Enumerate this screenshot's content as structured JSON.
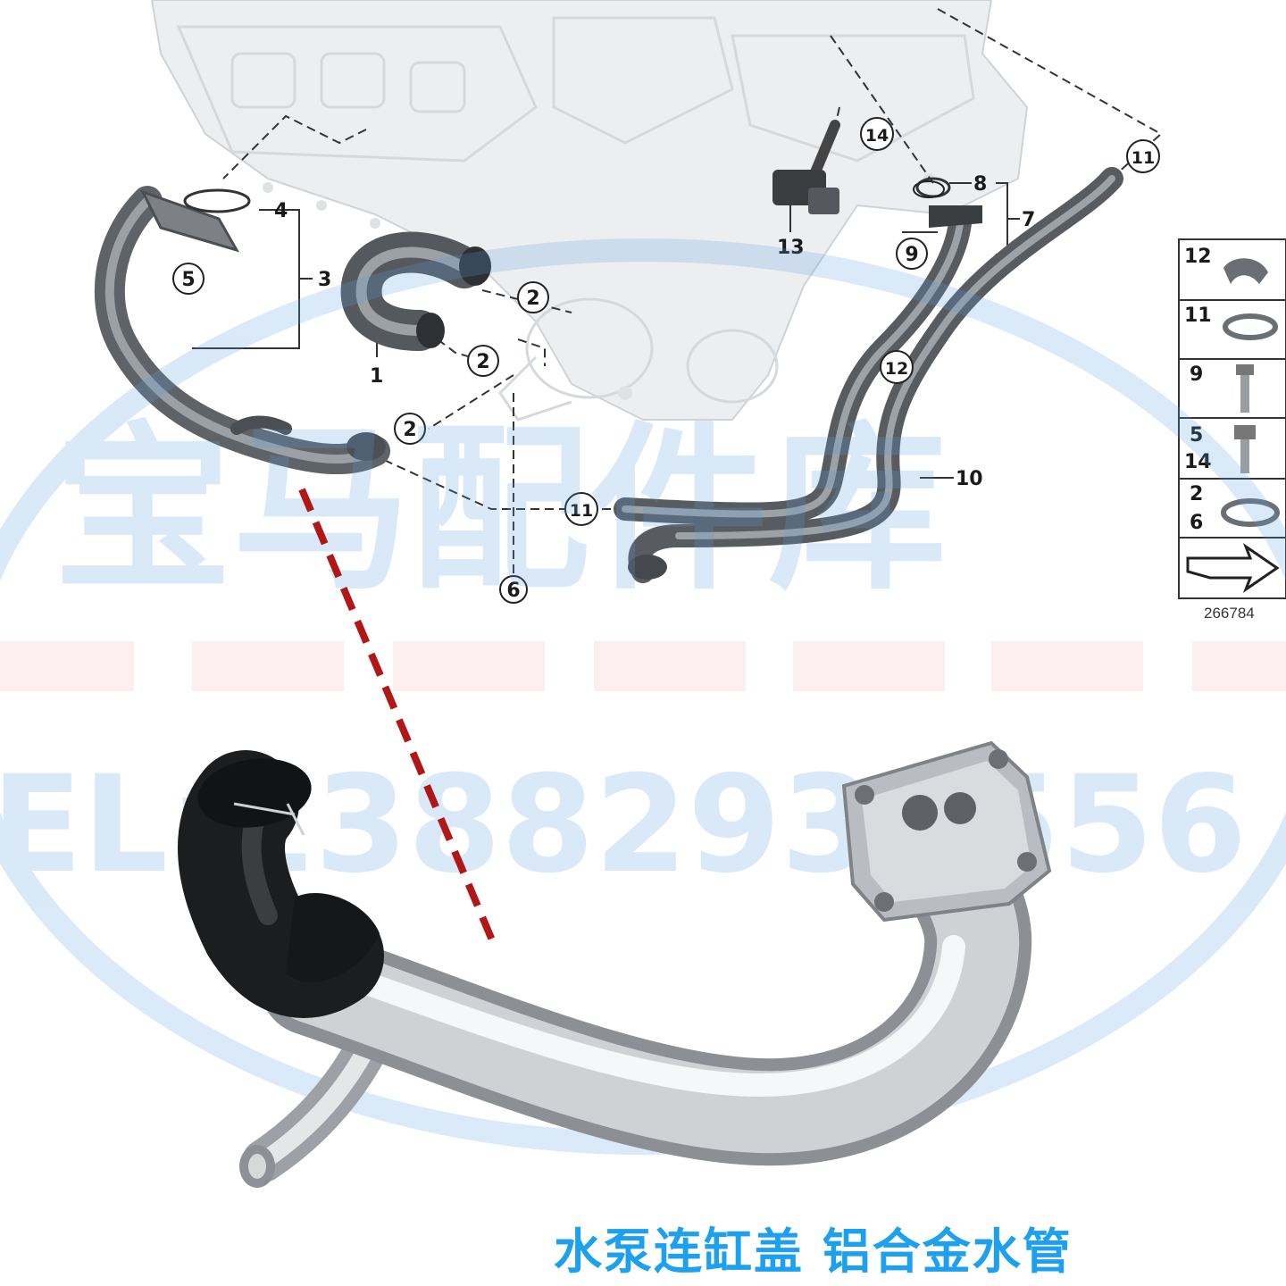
{
  "diagram": {
    "callouts": [
      "1",
      "2",
      "2",
      "2",
      "3",
      "4",
      "5",
      "6",
      "7",
      "8",
      "9",
      "10",
      "11",
      "11",
      "12",
      "13",
      "14"
    ],
    "legend": [
      {
        "label": "12"
      },
      {
        "label": "11"
      },
      {
        "label": "9"
      },
      {
        "label": "5",
        "label2": "14"
      },
      {
        "label": "2",
        "label2": "6"
      }
    ],
    "part_number": "266784"
  },
  "watermark": {
    "store_name": "宝马配件库",
    "phone": "EL:13882933556"
  },
  "caption": "水泵连缸盖 铝合金水管",
  "colors": {
    "caption": "#1da0ee",
    "pointer_line": "#b01818",
    "watermark_blue": "#5b9ee0",
    "watermark_pink": "#f2b8b8"
  }
}
